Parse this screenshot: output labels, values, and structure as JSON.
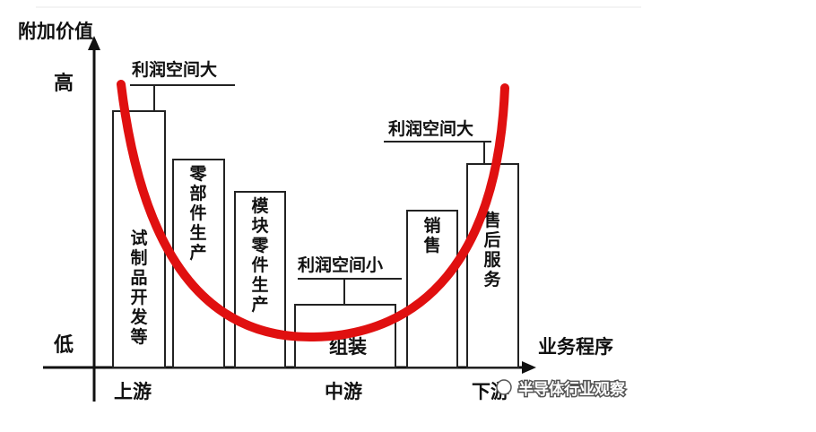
{
  "axes": {
    "y_title": "附加价值",
    "y_high": "高",
    "y_low": "低",
    "x_title": "业务程序",
    "x_upstream": "上游",
    "x_midstream": "中游",
    "x_downstream": "下游"
  },
  "stages": [
    {
      "label": "试制品开发等",
      "value": "high"
    },
    {
      "label": "零部件生产",
      "value": "medium"
    },
    {
      "label": "模块零件生产",
      "value": "medium"
    },
    {
      "label": "组装",
      "value": "low"
    },
    {
      "label": "销售",
      "value": "medium"
    },
    {
      "label": "售后服务",
      "value": "high"
    }
  ],
  "callouts": {
    "left": "利润空间大",
    "middle": "利润空间小",
    "right": "利润空间大"
  },
  "watermark": "半导体行业观察",
  "colors": {
    "curve": "#e01010",
    "axis": "#111111"
  }
}
